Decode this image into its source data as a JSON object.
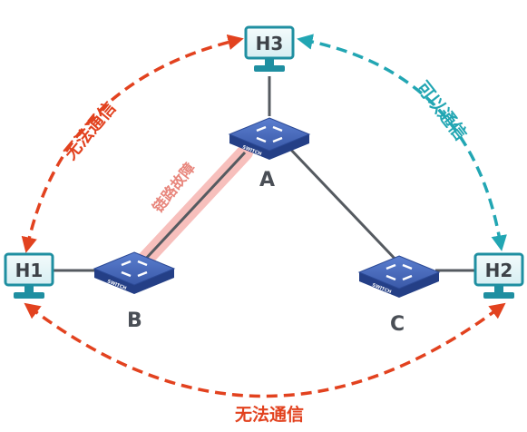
{
  "hosts": {
    "h1": {
      "label": "H1"
    },
    "h2": {
      "label": "H2"
    },
    "h3": {
      "label": "H3"
    }
  },
  "switches": {
    "a": {
      "label": "A",
      "device_text": "SWITCH"
    },
    "b": {
      "label": "B",
      "device_text": "SWITCH"
    },
    "c": {
      "label": "C",
      "device_text": "SWITCH"
    }
  },
  "links": {
    "fault_label": "链路故障"
  },
  "status": {
    "h1_h3": "无法通信",
    "h2_h3": "可以通信",
    "h1_h2": "无法通信"
  },
  "colors": {
    "fail": "#e2421f",
    "ok": "#22a6b3",
    "switch_fill": "#3f5fb0",
    "switch_side": "#243f86",
    "host_border": "#1f8fa1",
    "host_fill": "#eaf7f9",
    "link": "#555a60",
    "fault_glow": "#f4a5a0"
  }
}
